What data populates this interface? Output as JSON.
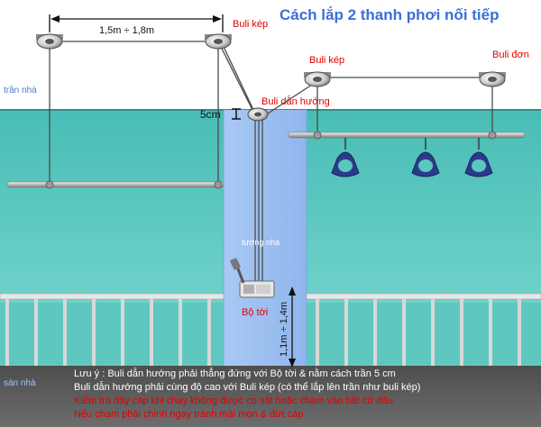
{
  "title": "Cách lắp 2 thanh phơi nối tiếp",
  "labels": {
    "ceiling": "trần nhà",
    "floor": "sàn nhà",
    "wall": "tường nhà",
    "dim_pulley_spacing": "1,5m ÷ 1,8m",
    "dim_ceiling_gap": "5cm",
    "dim_winch_height": "1,1m ÷ 1,4m",
    "double_pulley_1": "Buli kép",
    "double_pulley_2": "Buli kép",
    "single_pulley": "Buli đơn",
    "guide_pulley": "Buli dẫn hướng",
    "winch": "Bộ tời"
  },
  "notes": [
    "Lưu ý : Buli dẫn hướng phải thẳng đứng với Bộ tời & nằm cách trần 5 cm",
    "Buli dẫn hướng phải cùng độ cao với Buli kép (có thể lắp lên trần như buli kép)",
    "Kiểm tra dây cáp khi chạy không được cọ sát hoặc chạm vào bất cứ đâu",
    "Nếu chạm phải chỉnh ngay tránh mài mòn & đứt cáp"
  ],
  "colors": {
    "title": "#3a6fd8",
    "red_label": "#e00000",
    "wall_teal": "#5bc8c0",
    "column_blue": "#9cc0f0",
    "floor_dark": "#5a5a5a"
  }
}
